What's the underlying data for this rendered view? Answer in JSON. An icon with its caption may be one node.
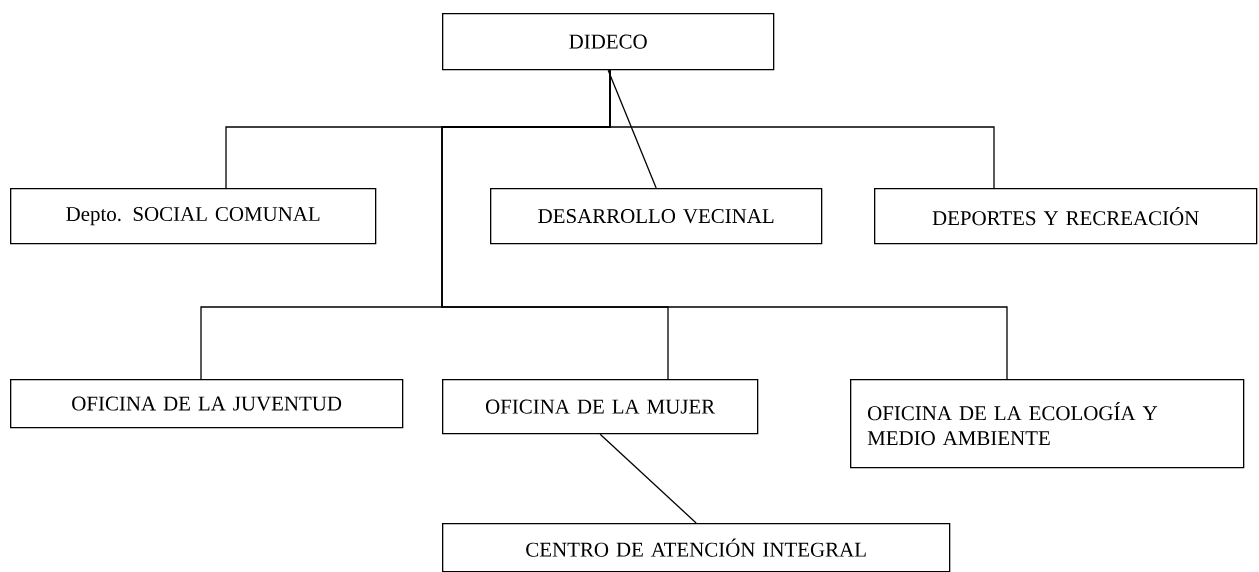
{
  "diagram": {
    "nodes": [
      {
        "text": [
          "DIDECO"
        ]
      },
      {
        "text": [
          "Depto. SOCIAL COMUNAL"
        ]
      },
      {
        "text": [
          "DESARROLLO VECINAL"
        ]
      },
      {
        "text": [
          "DEPORTES Y RECREACIÓN"
        ]
      },
      {
        "text": [
          "OFICINA DE LA JUVENTUD"
        ]
      },
      {
        "text": [
          "OFICINA DE LA MUJER"
        ]
      },
      {
        "text": [
          "OFICINA DE LA ECOLOGÍA Y MEDIO AMBIENTE"
        ]
      },
      {
        "text": [
          "CENTRO DE ATENCIÓN INTEGRAL"
        ]
      }
    ],
    "edges": [
      {
        "from": 0,
        "to": 1,
        "arrow": "none"
      },
      {
        "from": 0,
        "to": 2,
        "arrow": "none"
      },
      {
        "from": 0,
        "to": 3,
        "arrow": "none"
      },
      {
        "from": 0,
        "to": 4,
        "arrow": "none"
      },
      {
        "from": 0,
        "to": 5,
        "arrow": "none"
      },
      {
        "from": 0,
        "to": 6,
        "arrow": "none"
      },
      {
        "from": 5,
        "to": 7,
        "arrow": "none"
      }
    ]
  }
}
